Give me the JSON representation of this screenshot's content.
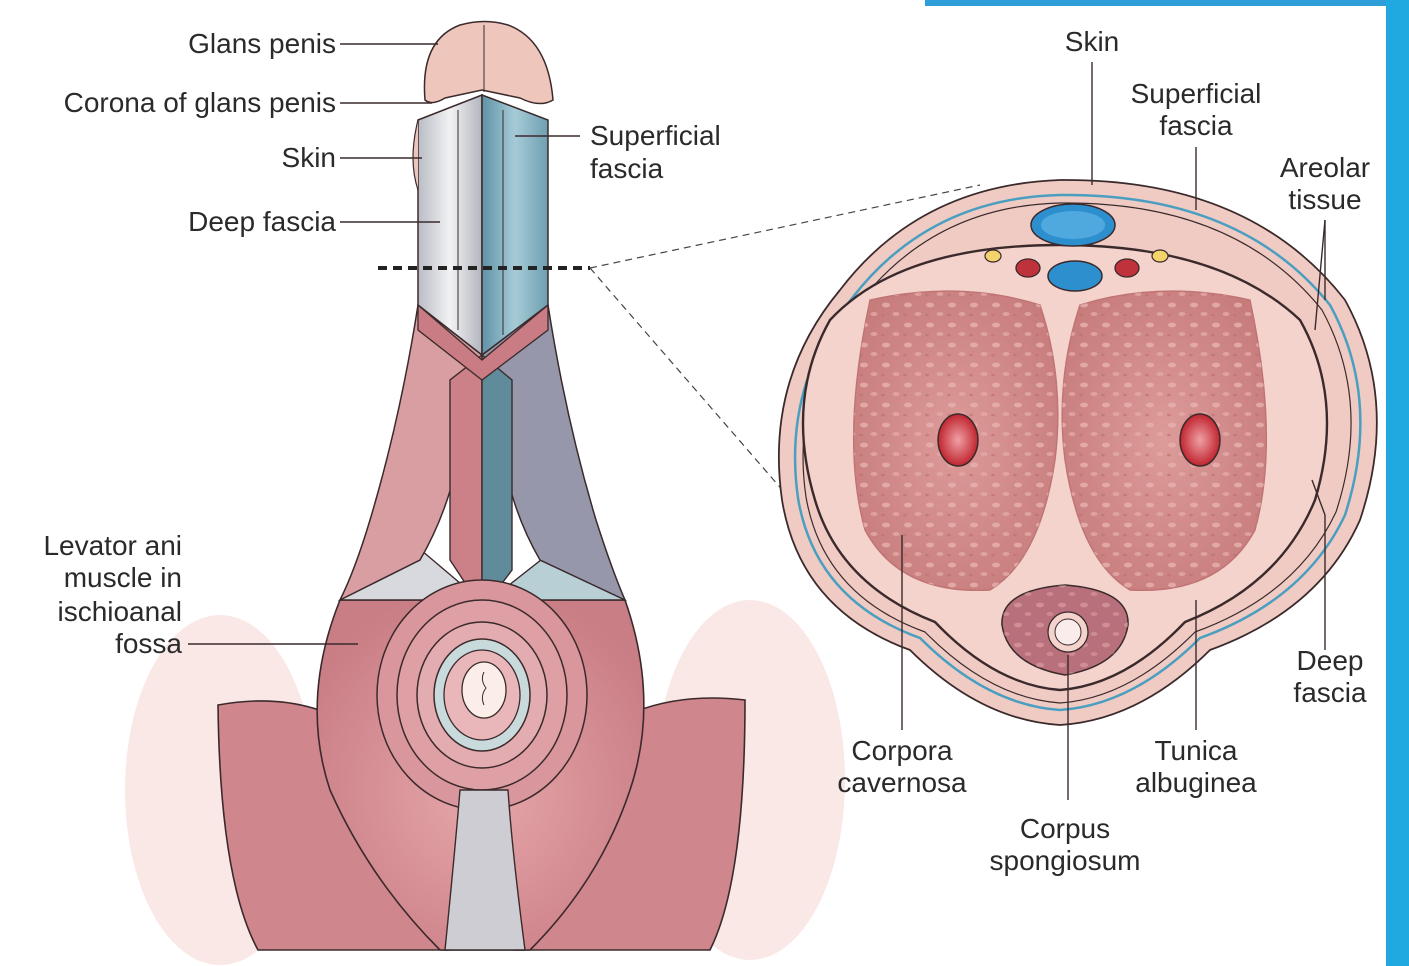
{
  "labels": {
    "glans_penis": "Glans penis",
    "corona": "Corona of glans penis",
    "skin_left": "Skin",
    "deep_fascia_left": "Deep fascia",
    "superficial_fascia_left_1": "Superficial",
    "superficial_fascia_left_2": "fascia",
    "levator_1": "Levator ani",
    "levator_2": "muscle in",
    "levator_3": "ischioanal",
    "levator_4": "fossa",
    "skin_right": "Skin",
    "superficial_fascia_right_1": "Superficial",
    "superficial_fascia_right_2": "fascia",
    "areolar_1": "Areolar",
    "areolar_2": "tissue",
    "deep_fascia_right_1": "Deep",
    "deep_fascia_right_2": "fascia",
    "corpora_1": "Corpora",
    "corpora_2": "cavernosa",
    "tunica_1": "Tunica",
    "tunica_2": "albuginea",
    "spongiosum_1": "Corpus",
    "spongiosum_2": "spongiosum"
  },
  "colors": {
    "accent_bar": "#1fa9e0",
    "skin": "#e9b9b2",
    "muscle": "#d98e92",
    "fascia_blue": "#7fb3c3",
    "cavernosa": "#d4908f",
    "vein_blue": "#2e8fcf"
  }
}
